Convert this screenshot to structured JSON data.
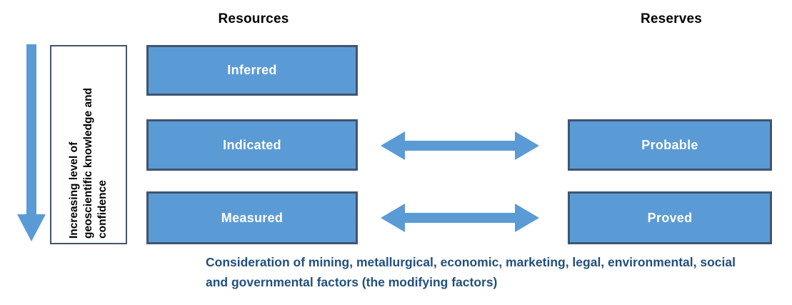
{
  "headers": {
    "resources": "Resources",
    "reserves": "Reserves"
  },
  "axis": {
    "label": "Increasing level of\ngeoscientific knowledge and\nconfidence",
    "direction_icon": "down-arrow-icon"
  },
  "resources": [
    {
      "id": "inferred",
      "label": "Inferred"
    },
    {
      "id": "indicated",
      "label": "Indicated"
    },
    {
      "id": "measured",
      "label": "Measured"
    }
  ],
  "reserves": [
    {
      "id": "probable",
      "label": "Probable"
    },
    {
      "id": "proved",
      "label": "Proved"
    }
  ],
  "connectors": [
    {
      "id": "indicated-probable",
      "icon": "double-headed-arrow-icon"
    },
    {
      "id": "measured-proved",
      "icon": "double-headed-arrow-icon"
    }
  ],
  "caption": "Consideration of mining, metallurgical, economic, marketing, legal, environmental, social\nand governmental factors (the modifying factors)",
  "colors": {
    "box_fill": "#5B9BD5",
    "box_border": "#3F5570",
    "arrow_fill": "#5B9BD5",
    "caption_text": "#21507C",
    "header_text": "#000000",
    "label_box_border": "#44546A",
    "background": "#FFFFFF"
  }
}
